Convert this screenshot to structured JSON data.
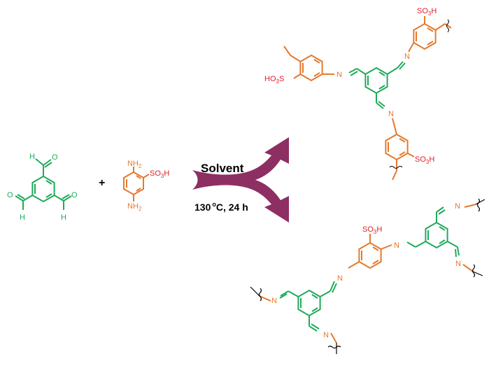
{
  "colors": {
    "aldehyde": "#1faa5a",
    "amine": "#e5792d",
    "sulfonic": "#e0202a",
    "arrow": "#8e2f63",
    "black": "#000000"
  },
  "reactants": {
    "aldehyde": {
      "h_top": "H",
      "h_left": "H",
      "h_right": "H",
      "o": "O"
    },
    "plus": "+",
    "amine": {
      "nh2_top": "NH",
      "nh2_top_sub": "2",
      "nh2_bottom": "NH",
      "nh2_bottom_sub": "2",
      "so3h": "SO",
      "so3h_sub": "3",
      "so3h_end": "H"
    }
  },
  "reaction": {
    "solvent_label": "Solvent",
    "temperature": "130",
    "degree": "o",
    "conditions_tail": "C, 24 h"
  },
  "products": {
    "imine_n": "N",
    "so3h_a": "SO",
    "so3h_sub": "3",
    "so3h_h": "H",
    "ho3s_a": "HO",
    "ho3s_b": "S"
  }
}
